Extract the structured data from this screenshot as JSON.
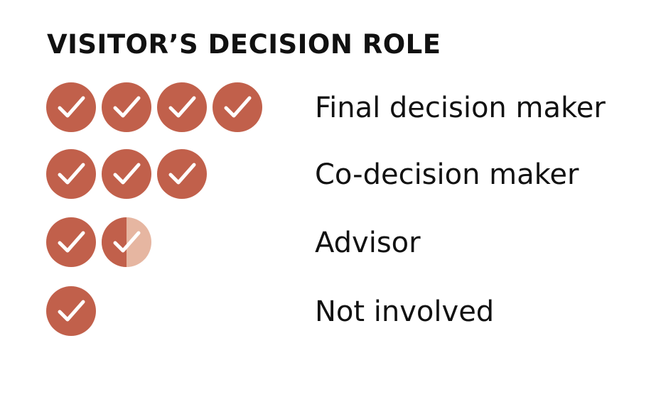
{
  "chart_data": {
    "type": "bar",
    "title": "VISITOR’S DECISION ROLE",
    "categories": [
      "Final decision maker",
      "Co-decision maker",
      "Advisor",
      "Not involved"
    ],
    "values": [
      4,
      3,
      1.5,
      1
    ],
    "unit_icon": "check-circle-icon",
    "colors": {
      "full": "#c1604b",
      "partial": "#e6b6a1",
      "check": "#ffffff"
    }
  }
}
